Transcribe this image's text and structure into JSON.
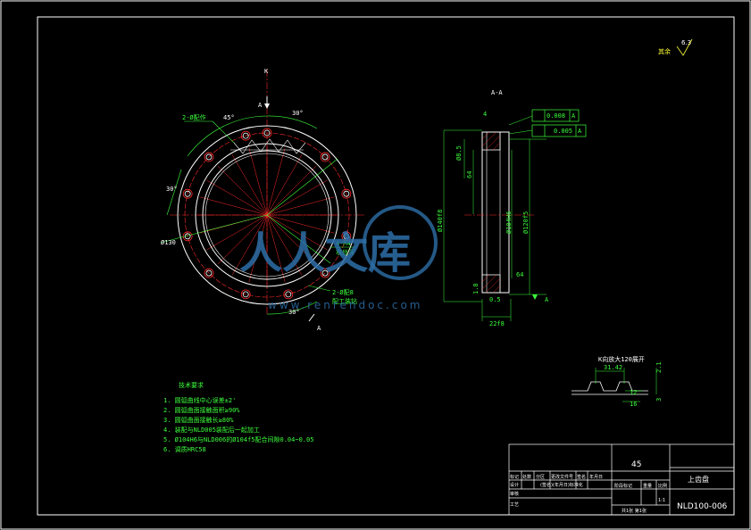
{
  "surface_finish": {
    "label": "其余",
    "value": "6.3"
  },
  "section_view": {
    "label": "A-A"
  },
  "front_view": {
    "top_marker": "K",
    "cut_label_top": "A",
    "cut_label_bottom": "A",
    "angle_45": "45°",
    "angle_30_top": "30°",
    "angle_30_left": "30°",
    "angle_30_bottom": "30°",
    "dia_130": "Ø130",
    "leader_top": "2-Ø配作",
    "leader_right_1": "4-M4",
    "leader_right_1b": "攻丝深",
    "leader_right_2": "2-Ø配8",
    "leader_right_2b": "配工装钻"
  },
  "section_dims": {
    "tol_1_value": "0.008",
    "tol_1_datum": "A",
    "tol_2_value": "0.005",
    "tol_2_datum": "A",
    "dim_top": "4",
    "dim_85": "Ø8.5",
    "dim_64": "64",
    "dim_140": "Ø140f8",
    "dim_104": "Ø104H6",
    "dim_120": "Ø120f5",
    "dim_64b": "64",
    "dim_015": "0.5",
    "dim_18": "1.8",
    "dim_22": "22f8",
    "datum": "A"
  },
  "detail_view": {
    "title": "K向放大120展开",
    "dim_3142": "31.42",
    "dim_21": "2.1",
    "dim_12": "12",
    "dim_16": "16",
    "dim_3": "3"
  },
  "tech_req": {
    "title": "技术要求",
    "items": [
      "1. 圆弧曲线中心误差±2'",
      "2. 圆弧曲面接触面积≥90%",
      "3. 圆弧曲面接触长≥80%",
      "4. 装配与NLD005装配后一起加工",
      "5. Ø104H6与NLD006的Ø104f5配合间隙0.04~0.05",
      "6. 调质HRC58"
    ]
  },
  "title_block": {
    "material": "45",
    "part_name": "上齿盘",
    "drawing_no": "NLD100-006",
    "row_labels": [
      "标记",
      "处数",
      "分区",
      "更改文件号",
      "签名",
      "年月日"
    ],
    "row_design": "设计",
    "std_code": "(签名)(年月日)标准化",
    "stage_label": "阶段标记",
    "weight_label": "重量",
    "scale_label": "比例",
    "scale_value": "1:1",
    "audit": "审核",
    "craft": "工艺",
    "sheets": "共1张 第1张"
  },
  "watermark": {
    "text": "人人文库",
    "url": "www.renrendoc.com"
  },
  "colors": {
    "white": "#ffffff",
    "green": "#3cff3c",
    "red": "#ff2a2a",
    "yellow": "#ffff33",
    "watermark": "#2d6fa8"
  }
}
